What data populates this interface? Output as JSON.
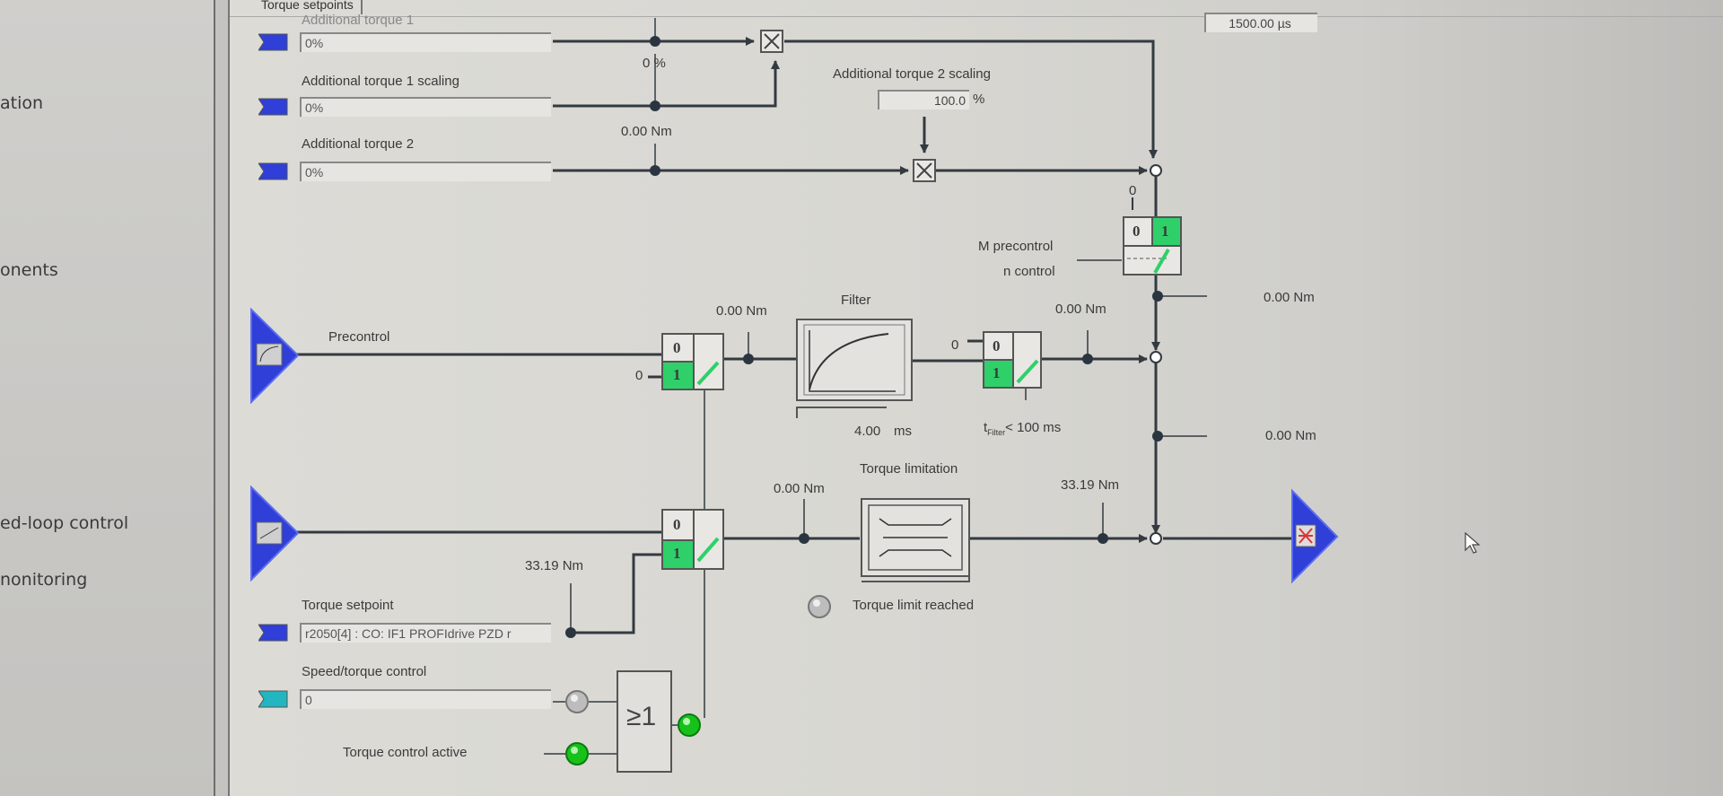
{
  "sidebar": {
    "items": [
      {
        "label": "ation"
      },
      {
        "label": "onents"
      },
      {
        "label": "ed-loop control"
      },
      {
        "label": "nonitoring"
      }
    ]
  },
  "tab": {
    "label": "Torque setpoints"
  },
  "cycle_time": {
    "value": "1500.00 µs"
  },
  "inputs": {
    "add_torque_1": {
      "label": "Additional torque 1",
      "value": "0%"
    },
    "add_torque_1_scaling": {
      "label": "Additional torque 1 scaling",
      "value": "0%"
    },
    "add_torque_2": {
      "label": "Additional torque 2",
      "value": "0%"
    },
    "torque_setpoint": {
      "label": "Torque setpoint",
      "value": "r2050[4] : CO: IF1 PROFIdrive PZD r"
    },
    "speed_torque_control": {
      "label": "Speed/torque control",
      "value": "0"
    }
  },
  "readouts": {
    "add1_scaling_pct": "0 %",
    "add2_nm": "0.00 Nm",
    "add2_scaling_label": "Additional torque 2 scaling",
    "add2_scaling_value": "100.0",
    "add2_scaling_unit": "%",
    "precontrol_label": "Precontrol",
    "precontrol_nm": "0.00 Nm",
    "filter_label": "Filter",
    "filter_time": "4.00",
    "filter_unit": "ms",
    "filter_out_nm": "0.00 Nm",
    "tfilter_label": "t",
    "tfilter_sub": "Filter",
    "tfilter_cond": "< 100 ms",
    "mprecontrol_label": "M precontrol",
    "ncontrol_label": "n control",
    "right_nm_1": "0.00 Nm",
    "right_nm_2": "0.00 Nm",
    "torque_sw_out_nm": "0.00 Nm",
    "torque_limitation_label": "Torque limitation",
    "limit_out_nm": "33.19 Nm",
    "setpoint_nm": "33.19 Nm",
    "torque_limit_reached": "Torque limit reached",
    "torque_control_active": "Torque control active",
    "or_gate": "≥1",
    "zero": "0",
    "one": "1"
  },
  "colors": {
    "connector_blue": "#2f3fd8",
    "connector_cyan": "#22b6c0",
    "switch_green": "#2fd06a",
    "led_green": "#16c21a",
    "led_grey": "#b8b8b8",
    "line": "#333a40"
  }
}
